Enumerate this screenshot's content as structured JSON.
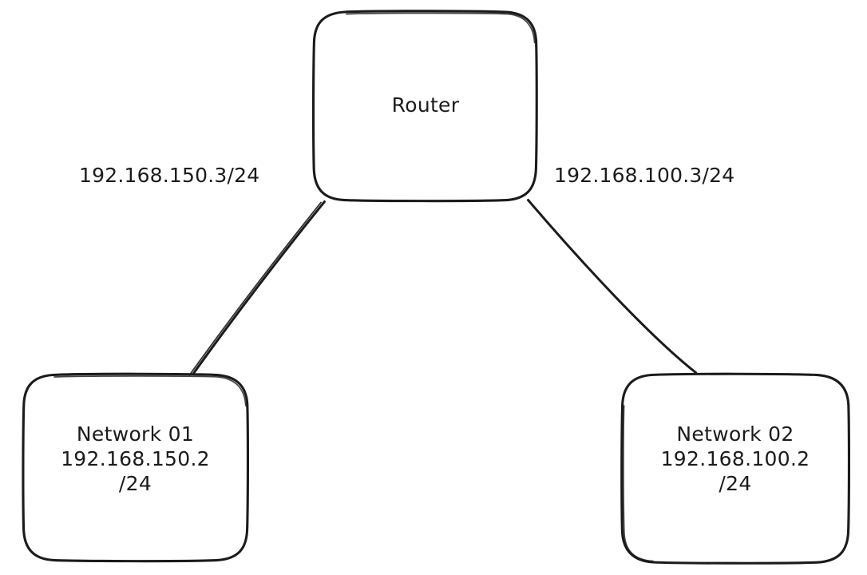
{
  "diagram": {
    "type": "network-topology",
    "background_color": "#ffffff",
    "stroke_color": "#1b1b1b",
    "style": "hand-drawn",
    "nodes": [
      {
        "id": "router",
        "name": "router-node",
        "label": "Router",
        "shape": "rounded-rectangle"
      },
      {
        "id": "network-01",
        "name": "network-01-node",
        "label": "Network 01\n192.168.150.2\n/24",
        "shape": "rounded-rectangle"
      },
      {
        "id": "network-02",
        "name": "network-02-node",
        "label": "Network 02\n192.168.100.2\n/24",
        "shape": "rounded-rectangle"
      }
    ],
    "edges": [
      {
        "id": "edge-left",
        "from": "router",
        "to": "network-01",
        "label": "192.168.150.3/24"
      },
      {
        "id": "edge-right",
        "from": "router",
        "to": "network-02",
        "label": "192.168.100.3/24"
      }
    ]
  }
}
